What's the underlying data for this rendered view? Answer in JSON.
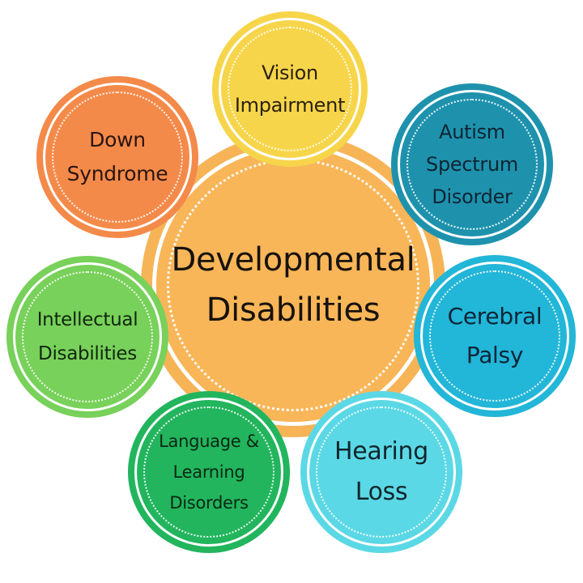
{
  "diagram": {
    "type": "hub-and-spoke",
    "background": "#ffffff",
    "center": {
      "lines": [
        "Developmental",
        "Disabilities"
      ],
      "color": "#f6b457"
    },
    "nodes": [
      {
        "id": "vision",
        "lines": [
          "Vision",
          "Impairment"
        ],
        "color": "#f7d54a"
      },
      {
        "id": "autism",
        "lines": [
          "Autism",
          "Spectrum",
          "Disorder"
        ],
        "color": "#1e92ad"
      },
      {
        "id": "cerebral",
        "lines": [
          "Cerebral",
          "Palsy"
        ],
        "color": "#22b6d8"
      },
      {
        "id": "hearing",
        "lines": [
          "Hearing",
          "Loss"
        ],
        "color": "#5bd8e5"
      },
      {
        "id": "language",
        "lines": [
          "Language &",
          "Learning",
          "Disorders"
        ],
        "color": "#22b55d"
      },
      {
        "id": "intellectual",
        "lines": [
          "Intellectual",
          "Disabilities"
        ],
        "color": "#78d15a"
      },
      {
        "id": "down",
        "lines": [
          "Down",
          "Syndrome"
        ],
        "color": "#f48a4a"
      }
    ]
  }
}
